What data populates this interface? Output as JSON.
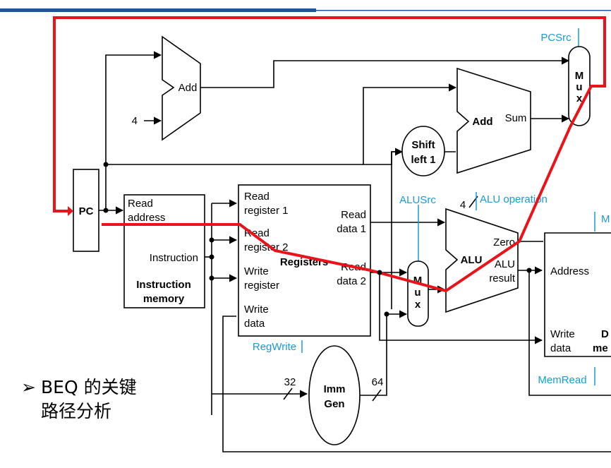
{
  "header": {
    "bar_color": "#1f5597"
  },
  "colors": {
    "wire": "#000000",
    "control": "#1a9ad6",
    "critical_path": "#e8141a"
  },
  "components": {
    "pc": "PC",
    "add_top": "Add",
    "add_top_input": "4",
    "add_branch": "Add",
    "add_branch_out": "Sum",
    "shift_left": [
      "Shift",
      "left 1"
    ],
    "mux_pc": [
      "M",
      "u",
      "x"
    ],
    "mux_alu": [
      "M",
      "u",
      "x"
    ],
    "imem": {
      "read_address": [
        "Read",
        "address"
      ],
      "instruction": "Instruction",
      "title": [
        "Instruction",
        "memory"
      ]
    },
    "registers": {
      "read_reg1": [
        "Read",
        "register 1"
      ],
      "read_reg2": [
        "Read",
        "register 2"
      ],
      "write_reg": [
        "Write",
        "register"
      ],
      "write_data": [
        "Write",
        "data"
      ],
      "read_data1": [
        "Read",
        "data 1"
      ],
      "read_data2": [
        "Read",
        "data 2"
      ],
      "title": "Registers"
    },
    "alu": {
      "title": "ALU",
      "zero": "Zero",
      "result": [
        "ALU",
        "result"
      ]
    },
    "imm_gen": [
      "Imm",
      "Gen"
    ],
    "imm_in_width": "32",
    "imm_out_width": "64",
    "alu_op_width": "4",
    "dmem": {
      "address": "Address",
      "write_data": [
        "Write",
        "data"
      ],
      "title_partial": [
        "D",
        "me"
      ]
    }
  },
  "control_signals": {
    "pcsrc": "PCSrc",
    "alusrc": "ALUSrc",
    "alu_operation": "ALU operation",
    "regwrite": "RegWrite",
    "memread": "MemRead",
    "memwrite_partial": "M"
  },
  "bullet": {
    "marker": "➢",
    "lines": [
      "BEQ  的关键",
      "路径分析"
    ]
  }
}
